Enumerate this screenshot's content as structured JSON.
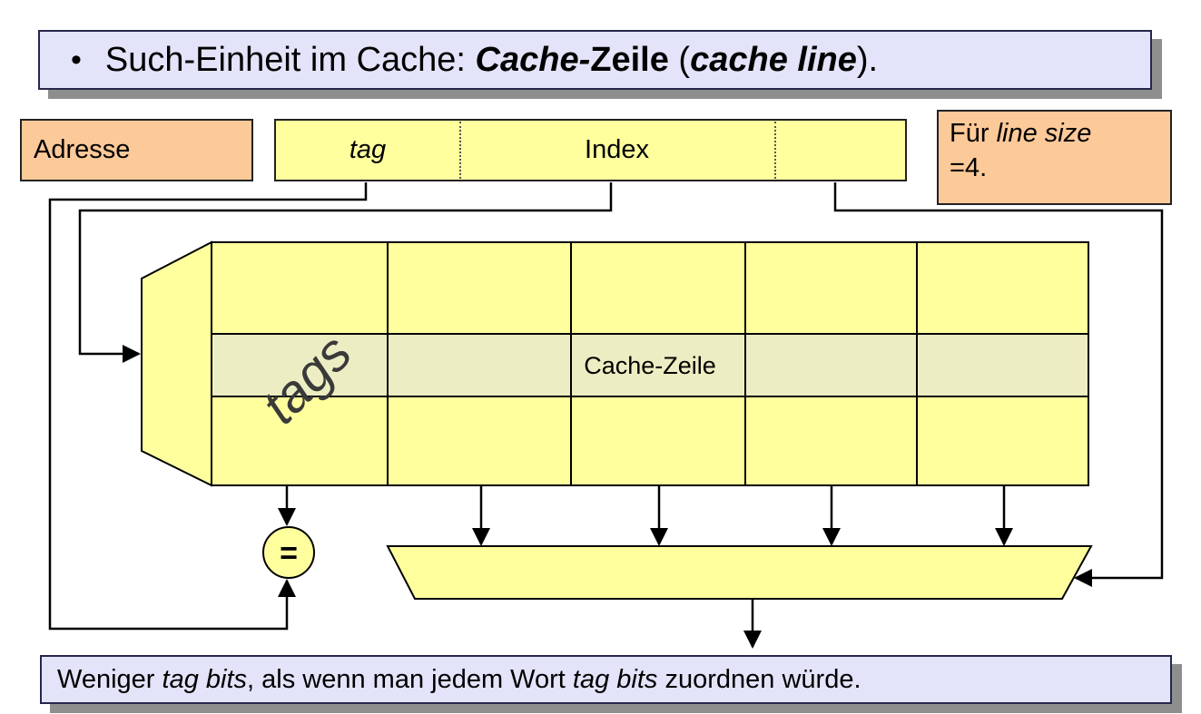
{
  "title": {
    "bullet": "•",
    "segments": {
      "s1": "Such-Einheit im Cache: ",
      "s2": "Cache-",
      "s3": "Zeile",
      "s4": " (",
      "s5": "cache line",
      "s6": ")."
    }
  },
  "address_label": {
    "text": "Adresse"
  },
  "address_field": {
    "tag_label": "tag",
    "index_label": "Index"
  },
  "note_line_size": {
    "segments": {
      "s1": "Für ",
      "s2": "line size",
      "s3": "=4."
    }
  },
  "cache": {
    "tags_label": "tags",
    "row_label": "Cache-Zeile",
    "comparator_label": "="
  },
  "footer": {
    "segments": {
      "s1": "Weniger ",
      "s2": "tag bits",
      "s3": ", als wenn man jedem Wort ",
      "s4": "tag bits",
      "s5": " zuordnen würde."
    }
  },
  "colors": {
    "lavender": "#E3E3F9",
    "orange": "#FCC998",
    "yellow": "#FFFF9E",
    "row_highlight": "#EDEDC3",
    "shadow": "#8E8E8E",
    "border": "#26264D",
    "line": "#000000",
    "text": "#000000",
    "tags_text": "#3A3A3A",
    "background": "#FFFFFF"
  }
}
